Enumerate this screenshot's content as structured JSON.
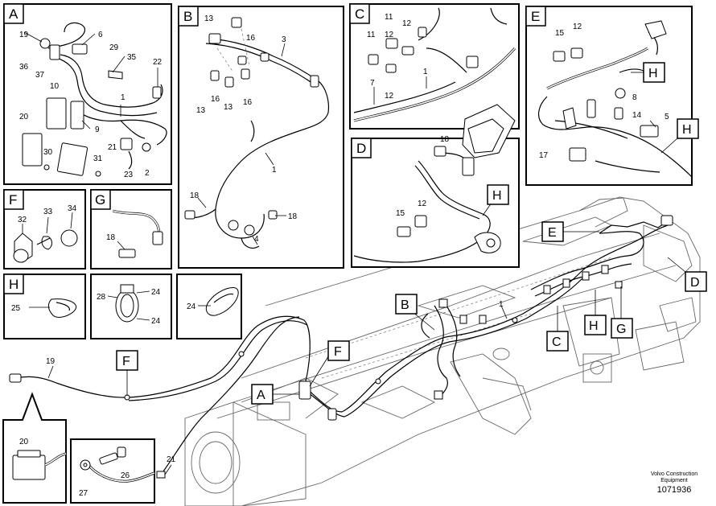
{
  "panels": [
    {
      "id": "A",
      "label": "A",
      "callouts": [
        "19",
        "6",
        "36",
        "37",
        "29",
        "35",
        "22",
        "10",
        "1",
        "20",
        "9",
        "21",
        "30",
        "31",
        "23",
        "2"
      ]
    },
    {
      "id": "B",
      "label": "B",
      "callouts": [
        "13",
        "16",
        "3",
        "13",
        "16",
        "13",
        "16",
        "1",
        "18",
        "18",
        "4"
      ]
    },
    {
      "id": "C",
      "label": "C",
      "callouts": [
        "11",
        "12",
        "11",
        "12",
        "7",
        "12",
        "1"
      ]
    },
    {
      "id": "D",
      "label": "D",
      "callouts": [
        "18",
        "12",
        "15",
        "H"
      ]
    },
    {
      "id": "E",
      "label": "E",
      "callouts": [
        "15",
        "12",
        "H",
        "8",
        "14",
        "5",
        "H",
        "17"
      ]
    },
    {
      "id": "F",
      "label": "F",
      "callouts": [
        "32",
        "33",
        "34"
      ]
    },
    {
      "id": "G",
      "label": "G",
      "callouts": [
        "18"
      ]
    },
    {
      "id": "H",
      "label": "H",
      "callouts": [
        "25"
      ]
    },
    {
      "id": "I",
      "label": "",
      "callouts": [
        "28",
        "24",
        "24"
      ]
    },
    {
      "id": "J",
      "label": "",
      "callouts": [
        "24"
      ]
    }
  ],
  "main_view": {
    "flags": [
      "B",
      "F",
      "A",
      "C",
      "H",
      "G",
      "E",
      "D"
    ],
    "callouts": [
      "1",
      "19",
      "20",
      "21",
      "26",
      "27"
    ]
  },
  "footer": {
    "company": "Volvo Construction",
    "company_line2": "Equipment",
    "number": "1071936"
  },
  "colors": {
    "line": "#000000",
    "frame": "#666666",
    "watermark": "#d9dde6"
  }
}
